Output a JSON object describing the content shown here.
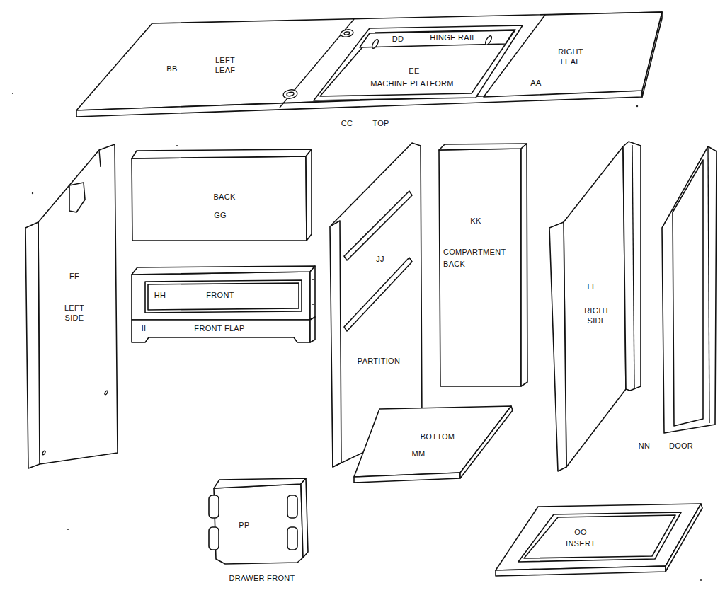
{
  "diagram": {
    "nodes": [
      {
        "text": [
          "CC",
          "TOP"
        ]
      },
      {
        "text": [
          "BB",
          "LEFT LEAF"
        ],
        "in": 0
      },
      {
        "text": [
          "EE",
          "MACHINE PLATFORM"
        ],
        "in": 0
      },
      {
        "text": [
          "DD",
          "HINGE RAIL"
        ],
        "in": 2
      },
      {
        "text": [
          "RIGHT LEAF",
          "AA"
        ],
        "in": 0
      },
      {
        "text": [
          "FF",
          "LEFT SIDE"
        ]
      },
      {
        "text": [
          "BACK",
          "GG"
        ]
      },
      {
        "text": [
          "HH",
          "FRONT"
        ]
      },
      {
        "text": [
          "II",
          "FRONT FLAP"
        ]
      },
      {
        "text": [
          "JJ",
          "PARTITION"
        ]
      },
      {
        "text": [
          "KK",
          "COMPARTMENT BACK"
        ]
      },
      {
        "text": [
          "BOTTOM",
          "MM"
        ]
      },
      {
        "text": [
          "LL",
          "RIGHT SIDE"
        ]
      },
      {
        "text": [
          "NN",
          "DOOR"
        ]
      },
      {
        "text": [
          "PP",
          "DRAWER FRONT"
        ]
      },
      {
        "text": [
          "OO",
          "INSERT"
        ]
      }
    ]
  }
}
